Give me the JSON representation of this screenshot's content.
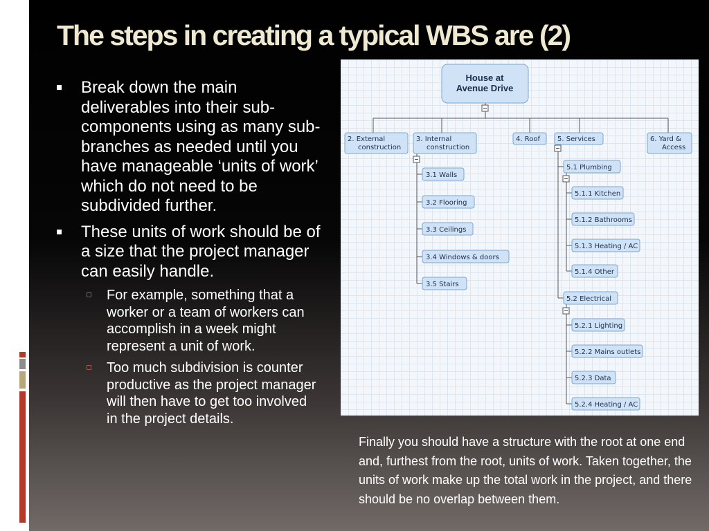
{
  "slide": {
    "title": "The steps in creating a typical WBS are (2)",
    "bullets": [
      "Break down the main deliverables into their sub-components using as many sub-branches as needed until you have manageable ‘units of work’ which do not need to be subdivided further.",
      "These units of work should be of a size that the project manager can easily handle."
    ],
    "sub_bullets": [
      "For example, something that a worker or a team of workers can accomplish in a week might represent a unit of work.",
      "Too much subdivision is counter productive as the project manager will then have to get too involved in the project details."
    ],
    "caption": "Finally you should have a structure with the root at one end and, furthest from the root, units of work. Taken together, the units of work make up the total work in the project, and there should be no overlap between them.",
    "colors": {
      "accent_red": "#b33a2a",
      "accent_grey": "#8d8d8d",
      "accent_tan": "#b8a77a",
      "title_color": "#efe9d2"
    }
  },
  "wbs": {
    "root": [
      "House at",
      "Avenue Drive"
    ],
    "level1": {
      "n2": [
        "2.   External",
        "construction"
      ],
      "n3": [
        "3.   Internal",
        "construction"
      ],
      "n4": [
        "4. Roof"
      ],
      "n5": [
        "5. Services"
      ],
      "n6": [
        "6. Yard &",
        "Access"
      ]
    },
    "internal_items": [
      "3.1 Walls",
      "3.2 Flooring",
      "3.3 Ceilings",
      "3.4 Windows & doors",
      "3.5 Stairs"
    ],
    "services": {
      "plumbing": "5.1 Plumbing",
      "plumbing_items": [
        "5.1.1 Kitchen",
        "5.1.2 Bathrooms",
        "5.1.3 Heating / AC",
        "5.1.4 Other"
      ],
      "electrical": "5.2 Electrical",
      "electrical_items": [
        "5.2.1 Lighting",
        "5.2.2 Mains outlets",
        "5.2.3 Data",
        "5.2.4 Heating / AC"
      ]
    }
  }
}
